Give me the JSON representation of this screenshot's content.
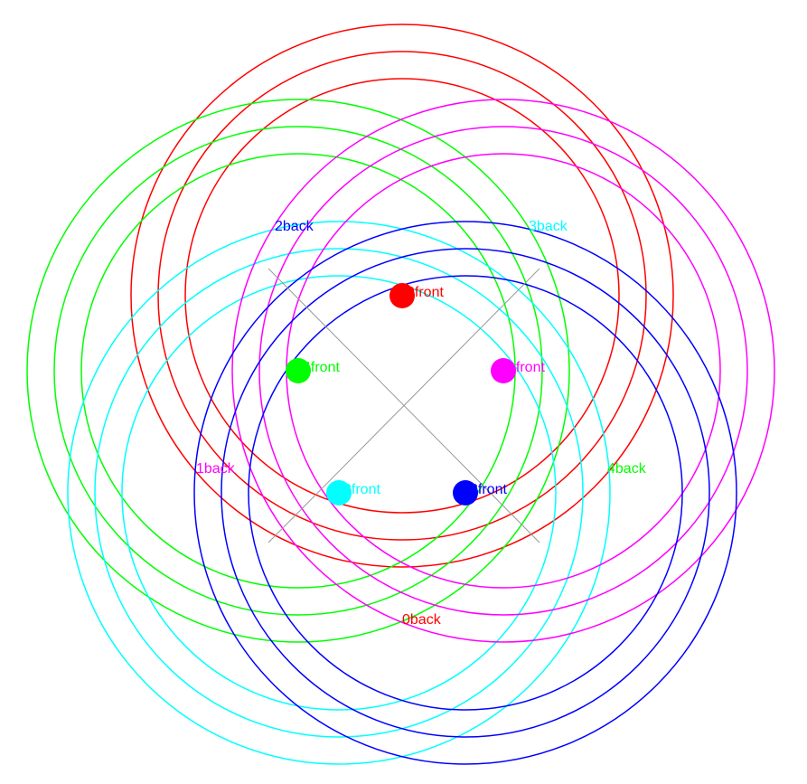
{
  "diagram": {
    "groups": [
      {
        "id": 0,
        "color": "#ff0000",
        "front_label": "0front",
        "back_label": "0back"
      },
      {
        "id": 1,
        "color": "#ff00ff",
        "front_label": "1front",
        "back_label": "1back"
      },
      {
        "id": 2,
        "color": "#0000ff",
        "front_label": "2front",
        "back_label": "2back"
      },
      {
        "id": 3,
        "color": "#00ffff",
        "front_label": "3front",
        "back_label": "3back"
      },
      {
        "id": 4,
        "color": "#00ff00",
        "front_label": "4front",
        "back_label": "4back"
      }
    ],
    "axis_color": "#999999"
  }
}
